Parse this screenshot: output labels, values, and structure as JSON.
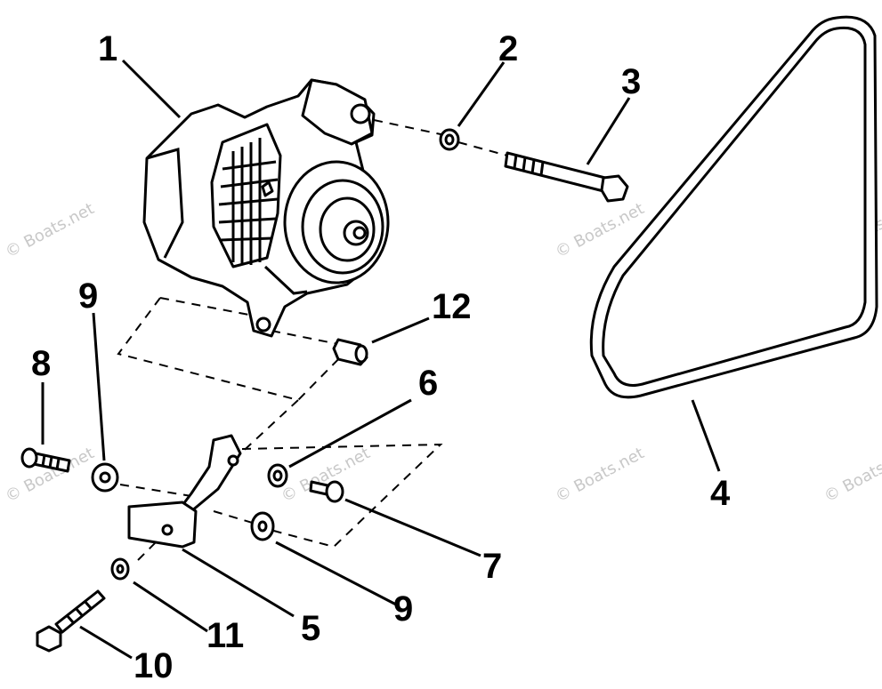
{
  "callouts": {
    "c1": "1",
    "c2": "2",
    "c3": "3",
    "c4": "4",
    "c5": "5",
    "c6": "6",
    "c7": "7",
    "c8": "8",
    "c9a": "9",
    "c9b": "9",
    "c10": "10",
    "c11": "11",
    "c12": "12"
  },
  "watermark": "© Boats.net",
  "colors": {
    "line": "#000000",
    "background": "#ffffff",
    "watermark": "#c8c8c8"
  },
  "parts": [
    {
      "ref": "1",
      "name": "alternator"
    },
    {
      "ref": "2",
      "name": "washer"
    },
    {
      "ref": "3",
      "name": "bolt"
    },
    {
      "ref": "4",
      "name": "belt"
    },
    {
      "ref": "5",
      "name": "bracket"
    },
    {
      "ref": "6",
      "name": "washer"
    },
    {
      "ref": "7",
      "name": "screw"
    },
    {
      "ref": "8",
      "name": "screw"
    },
    {
      "ref": "9",
      "name": "washer"
    },
    {
      "ref": "10",
      "name": "bolt"
    },
    {
      "ref": "11",
      "name": "washer"
    },
    {
      "ref": "12",
      "name": "spacer"
    }
  ]
}
